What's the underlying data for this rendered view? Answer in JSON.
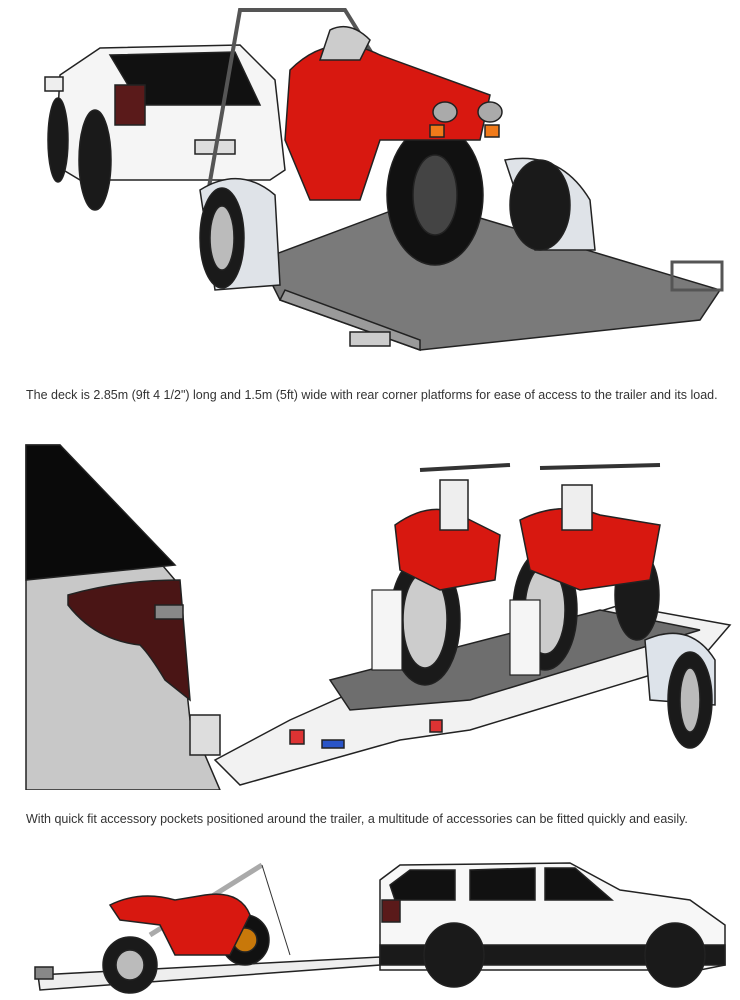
{
  "figures": [
    {
      "id": "fig1",
      "description": "Single motorcycle loading trailer with tilting deck behind white SUV, red sport bike on ramp",
      "alt": "Tilt-deck motorcycle trailer rear view"
    },
    {
      "id": "fig2",
      "description": "Trailer carrying two red dirt bikes with wheel chocks, hitched to SUV",
      "alt": "Two dirt bikes on trailer"
    },
    {
      "id": "fig3",
      "description": "Side view of SUV towing single motorcycle trailer with red sport bike",
      "alt": "SUV towing motorcycle trailer side view"
    }
  ],
  "captions": {
    "deck": "The deck is 2.85m  (9ft 4 1/2\") long and 1.5m (5ft) wide with rear corner platforms for ease of access to the trailer and its load.",
    "accessories": "With quick fit accessory pockets positioned around the trailer, a multitude of accessories can be fitted quickly and easily."
  },
  "colors": {
    "bike_red": "#d81810",
    "deck_grey": "#7a7a7a",
    "frame_white": "#f2f2f2",
    "outline": "#222222",
    "suv_white": "#f7f7f7",
    "glass_black": "#111111",
    "text": "#333333"
  }
}
